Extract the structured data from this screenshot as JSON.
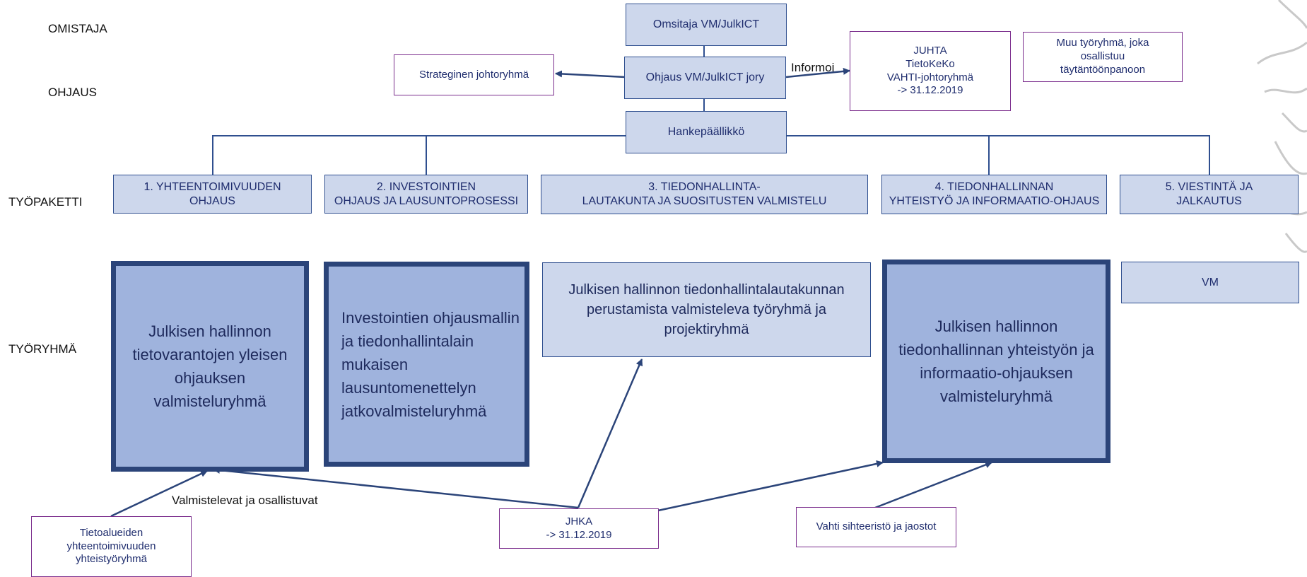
{
  "rows": {
    "omistaja": "OMISTAJA",
    "ohjaus": "OHJAUS",
    "tyopaketti": "TYÖPAKETTI",
    "tyoryhma": "TYÖRYHMÄ"
  },
  "top": {
    "owner": "Omsitaja VM/JulkICT",
    "steering": "Ohjaus VM/JulkICT jory",
    "strategic": "Strateginen johtoryhmä",
    "informoi": "Informoi",
    "juhta": "JUHTA\nTietoKeKo\nVAHTI-johtoryhmä\n-> 31.12.2019",
    "muu": "Muu työryhmä, joka\nosallistuu\ntäytäntöönpanoon",
    "manager": "Hankepäällikkö"
  },
  "packages": [
    "1. YHTEENTOIMIVUUDEN\nOHJAUS",
    "2. INVESTOINTIEN\nOHJAUS JA LAUSUNTOPROSESSI",
    "3. TIEDONHALLINTA-\nLAUTAKUNTA JA SUOSITUSTEN VALMISTELU",
    "4. TIEDONHALLINNAN\nYHTEISTYÖ JA INFORMAATIO-OHJAUS",
    "5. VIESTINTÄ JA\nJALKAUTUS"
  ],
  "groups": [
    "Julkisen hallinnon\ntietovarantojen yleisen\nohjauksen\nvalmisteluryhmä",
    "Investointien ohjausmallin\nja tiedonhallintalain\nmukaisen\nlausuntomenettelyn\njatkovalmisteluryhmä",
    "Julkisen hallinnon tiedonhallintalautakunnan\nperustamista valmisteleva työryhmä ja\nprojektiryhmä",
    "Julkisen hallinnon\ntiedonhallinnan yhteistyön ja\ninformaatio-ohjauksen\nvalmisteluryhmä",
    "VM"
  ],
  "bottom": {
    "tietoalueiden": "Tietoalueiden\nyhteentoimivuuden\nyhteistyöryhmä",
    "valmistelevat": "Valmistelevat ja osallistuvat",
    "jhka": "JHKA\n-> 31.12.2019",
    "vahti": "Vahti sihteeristö ja jaostot"
  },
  "colors": {
    "box_fill": "#cdd7ec",
    "box_border": "#2f4f8f",
    "emphasis_fill": "#9fb3dd",
    "emphasis_border": "#2b4479",
    "purple_border": "#7a2c8c",
    "arrow": "#2b4479"
  }
}
